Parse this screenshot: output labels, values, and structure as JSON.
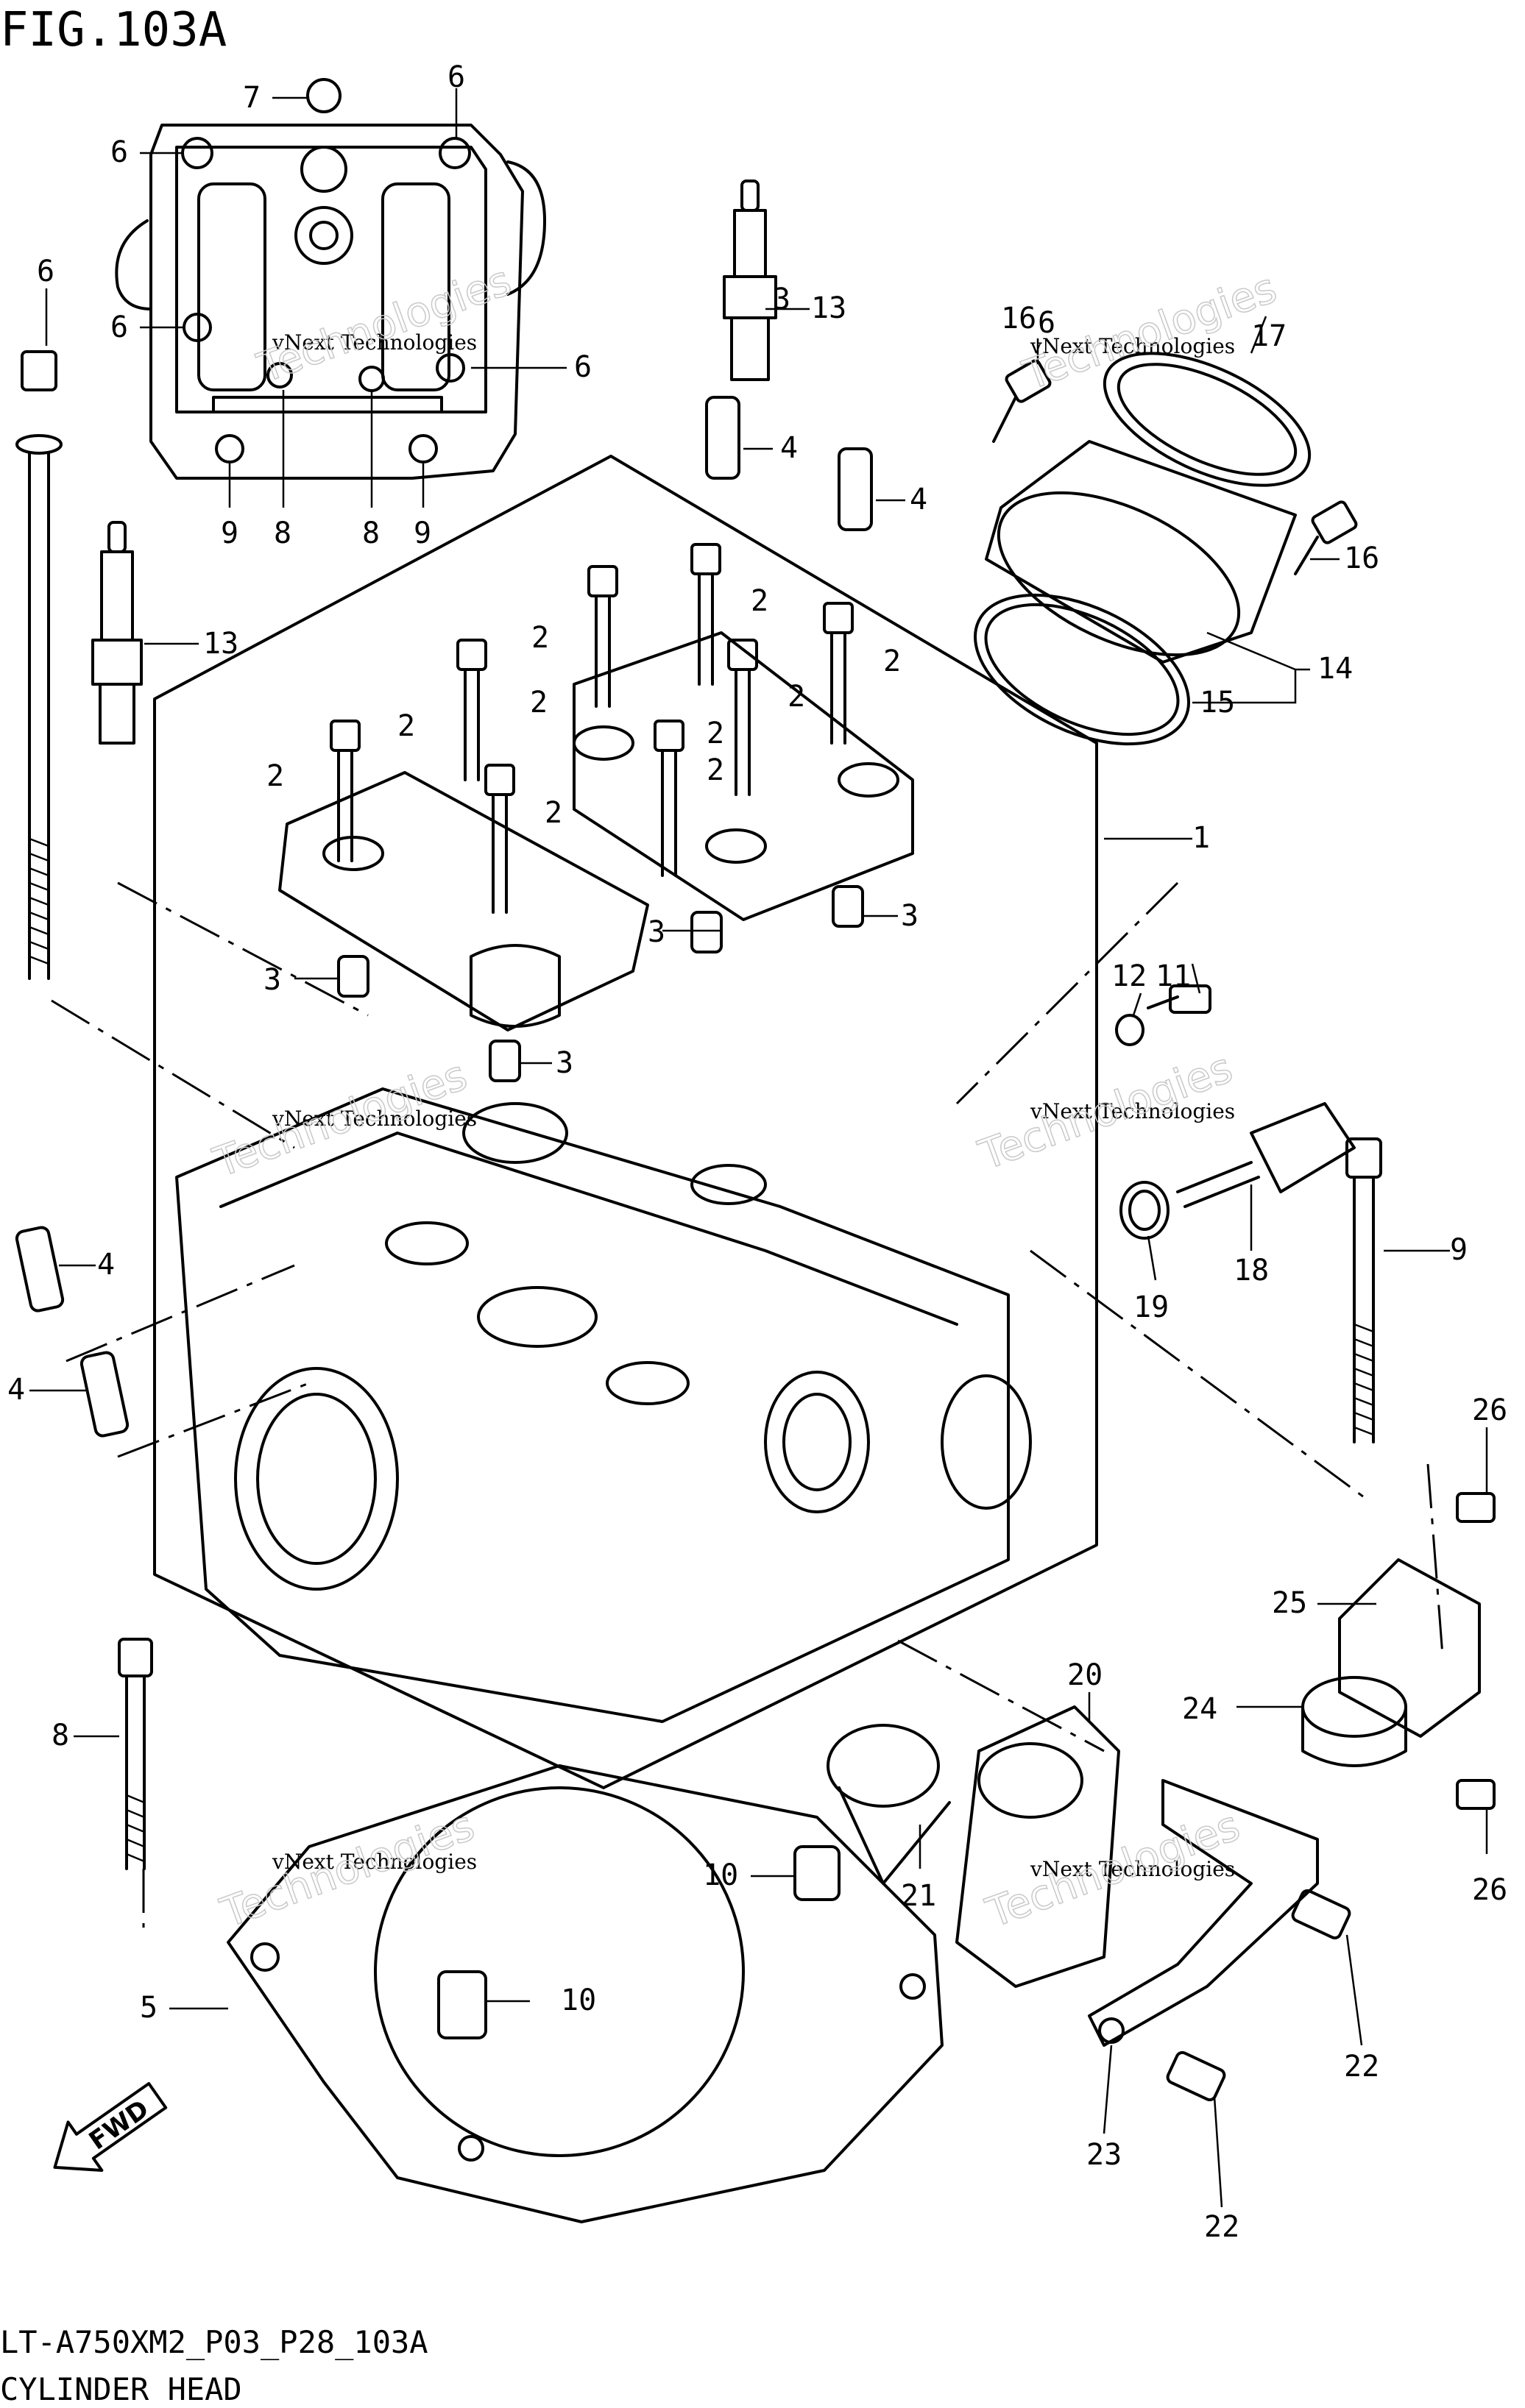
{
  "figure": {
    "title": "FIG.103A",
    "code": "LT-A750XM2_P03_P28_103A",
    "name": "CYLINDER HEAD",
    "fwd_label": "FWD"
  },
  "watermark": {
    "line1": "vNext Technologies",
    "line2": "Technologies"
  },
  "callouts": [
    "1",
    "2",
    "2",
    "2",
    "2",
    "2",
    "2",
    "2",
    "2",
    "2",
    "2",
    "3",
    "3",
    "3",
    "3",
    "3",
    "4",
    "4",
    "4",
    "4",
    "5",
    "6",
    "6",
    "6",
    "6",
    "6",
    "6",
    "7",
    "8",
    "8",
    "8",
    "9",
    "9",
    "9",
    "10",
    "10",
    "11",
    "12",
    "13",
    "13",
    "14",
    "15",
    "16",
    "16",
    "17",
    "18",
    "19",
    "20",
    "21",
    "22",
    "22",
    "23",
    "24",
    "25",
    "26",
    "26"
  ]
}
